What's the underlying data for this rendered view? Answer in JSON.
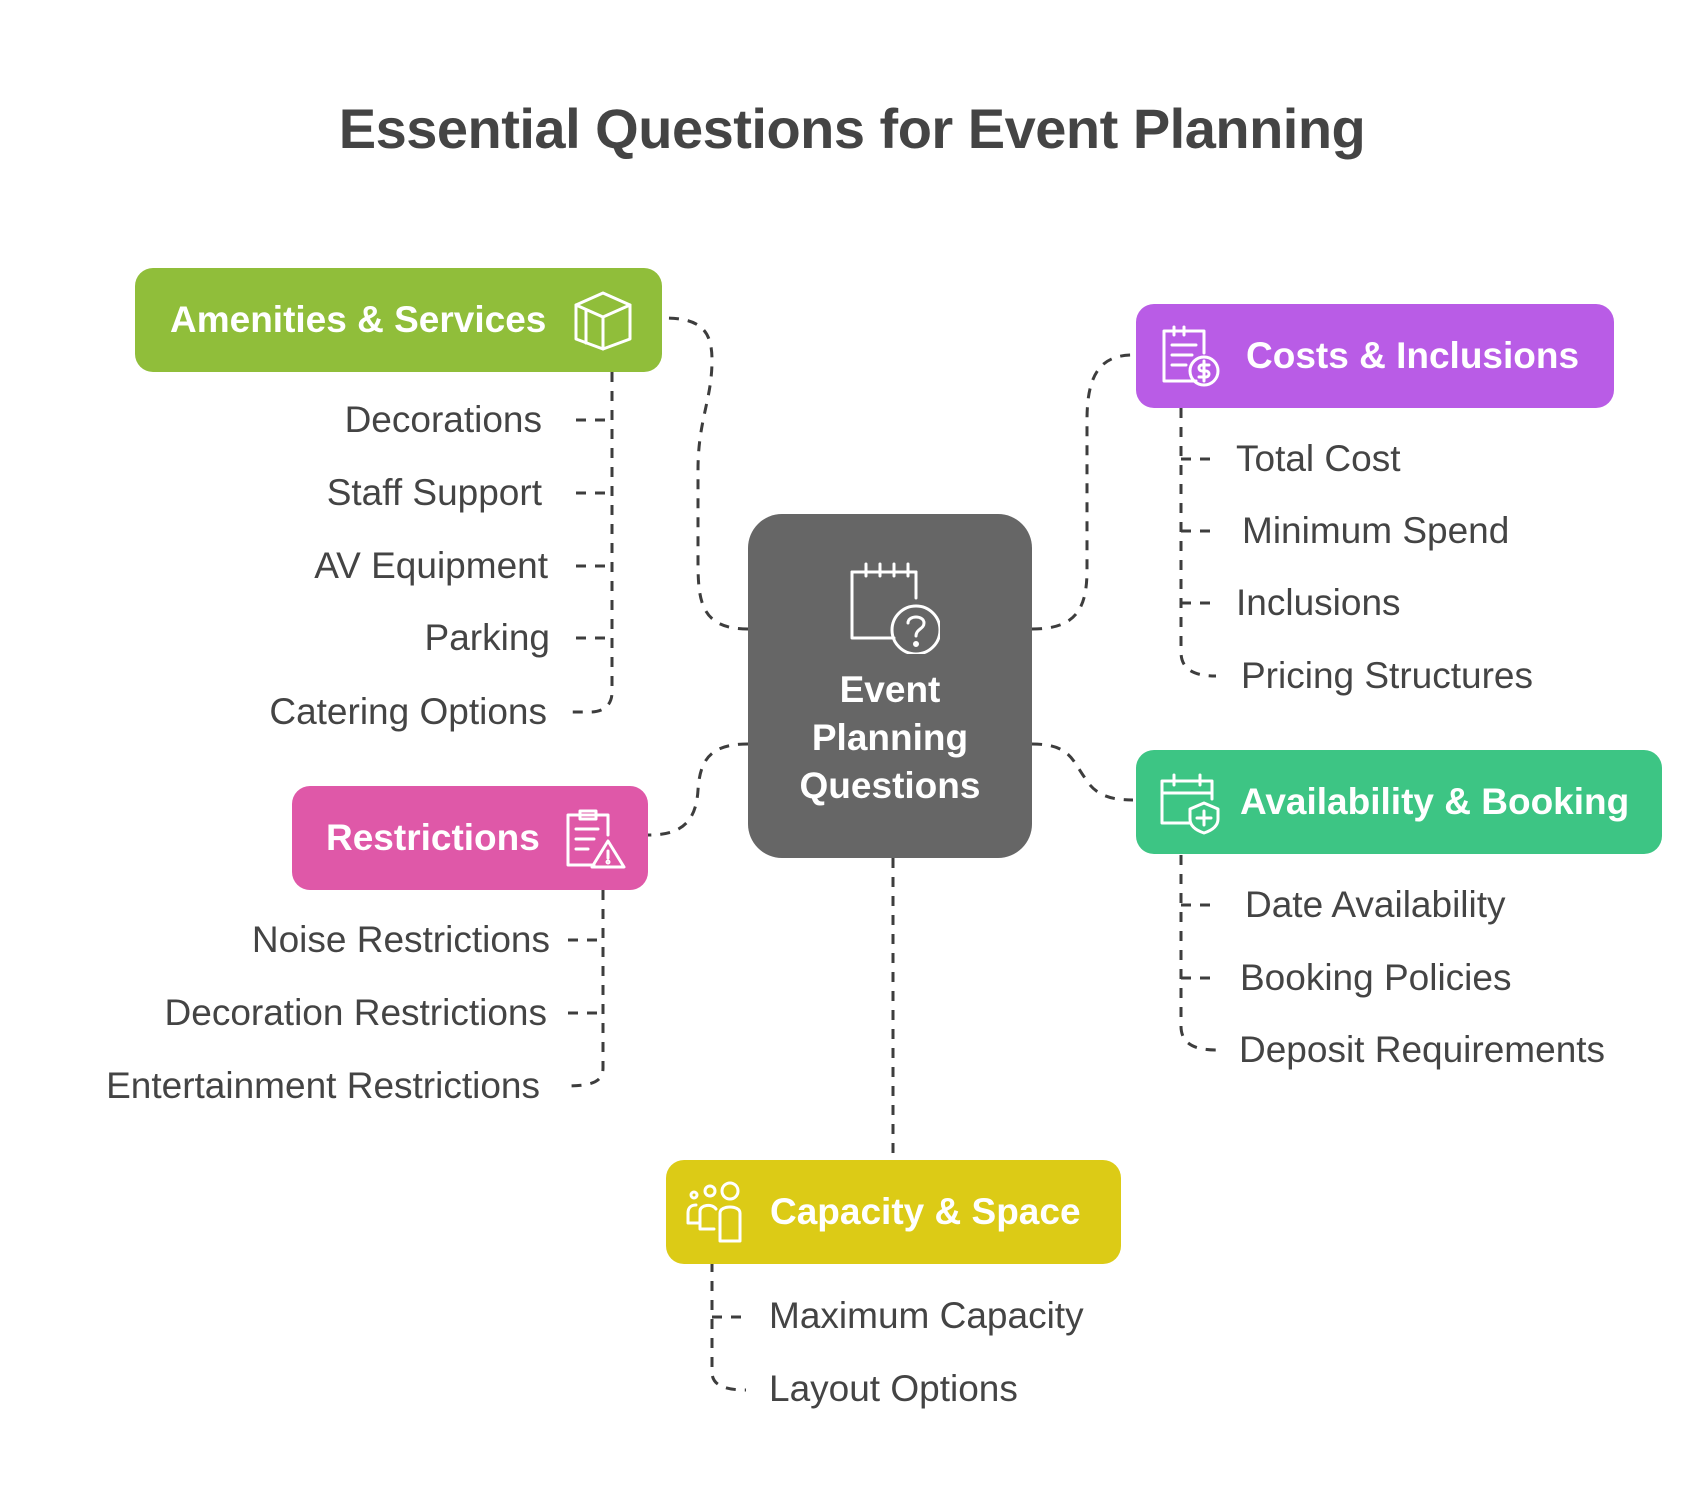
{
  "title": "Essential Questions for Event Planning",
  "center": {
    "line1": "Event",
    "line2": "Planning",
    "line3": "Questions",
    "icon": "calendar-question-icon",
    "color": "#666666"
  },
  "branches": {
    "amenities": {
      "label": "Amenities & Services",
      "icon": "box-icon",
      "color": "#90be3a",
      "items": [
        "Decorations",
        "Staff Support",
        "AV Equipment",
        "Parking",
        "Catering Options"
      ]
    },
    "costs": {
      "label": "Costs & Inclusions",
      "icon": "invoice-dollar-icon",
      "color": "#b95ce6",
      "items": [
        "Total Cost",
        "Minimum Spend",
        "Inclusions",
        "Pricing Structures"
      ]
    },
    "restrictions": {
      "label": "Restrictions",
      "icon": "clipboard-warning-icon",
      "color": "#df58a8",
      "items": [
        "Noise Restrictions",
        "Decoration Restrictions",
        "Entertainment Restrictions"
      ]
    },
    "availability": {
      "label": "Availability & Booking",
      "icon": "calendar-plus-shield-icon",
      "color": "#3dc584",
      "items": [
        "Date Availability",
        "Booking Policies",
        "Deposit Requirements"
      ]
    },
    "capacity": {
      "label": "Capacity & Space",
      "icon": "people-group-icon",
      "color": "#dccb16",
      "items": [
        "Maximum Capacity",
        "Layout Options"
      ]
    }
  }
}
